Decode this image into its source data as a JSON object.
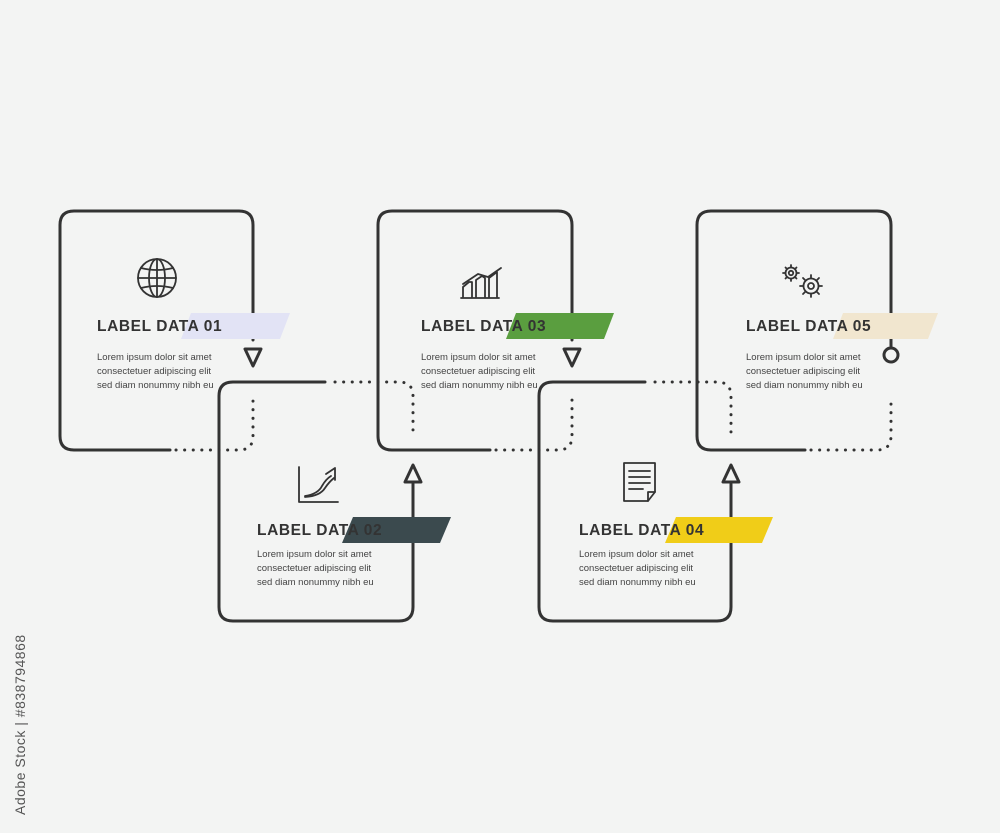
{
  "steps": [
    {
      "label": "LABEL DATA 01",
      "icon": "globe-icon",
      "accent": "#e2e3f5",
      "desc": [
        "Lorem ipsum dolor sit amet",
        "consectetuer adipiscing elit",
        "sed diam nonummy nibh eu"
      ]
    },
    {
      "label": "LABEL DATA 02",
      "icon": "growth-chart-icon",
      "accent": "#3b4a4e",
      "desc": [
        "Lorem ipsum dolor sit amet",
        "consectetuer adipiscing elit",
        "sed diam nonummy nibh eu"
      ]
    },
    {
      "label": "LABEL DATA 03",
      "icon": "bar-chart-icon",
      "accent": "#5a9e3f",
      "desc": [
        "Lorem ipsum dolor sit amet",
        "consectetuer adipiscing elit",
        "sed diam nonummy nibh eu"
      ]
    },
    {
      "label": "LABEL DATA 04",
      "icon": "document-icon",
      "accent": "#f0cd18",
      "desc": [
        "Lorem ipsum dolor sit amet",
        "consectetuer adipiscing elit",
        "sed diam nonummy nibh eu"
      ]
    },
    {
      "label": "LABEL DATA 05",
      "icon": "gears-icon",
      "accent": "#f1e6cf",
      "desc": [
        "Lorem ipsum dolor sit amet",
        "consectetuer adipiscing elit",
        "sed diam nonummy nibh eu"
      ]
    }
  ],
  "watermark": {
    "text": "Adobe Stock | #838794868"
  }
}
